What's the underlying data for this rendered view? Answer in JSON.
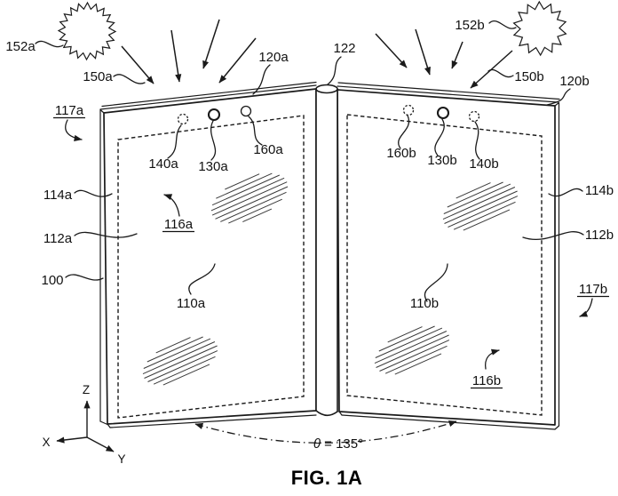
{
  "figure": {
    "caption": "FIG. 1A",
    "theta_symbol": "θ",
    "theta_value": " = 135°"
  },
  "axes": {
    "x": "X",
    "y": "Y",
    "z": "Z"
  },
  "ref_labels": {
    "n100": "100",
    "n110a": "110a",
    "n110b": "110b",
    "n112a": "112a",
    "n112b": "112b",
    "n114a": "114a",
    "n114b": "114b",
    "n116a": "116a",
    "n116b": "116b",
    "n117a": "117a",
    "n117b": "117b",
    "n120a": "120a",
    "n120b": "120b",
    "n122": "122",
    "n130a": "130a",
    "n130b": "130b",
    "n140a": "140a",
    "n140b": "140b",
    "n150a": "150a",
    "n150b": "150b",
    "n152a": "152a",
    "n152b": "152b",
    "n160a": "160a",
    "n160b": "160b"
  },
  "colors": {
    "ink": "#1a1a1a",
    "background": "#ffffff"
  }
}
